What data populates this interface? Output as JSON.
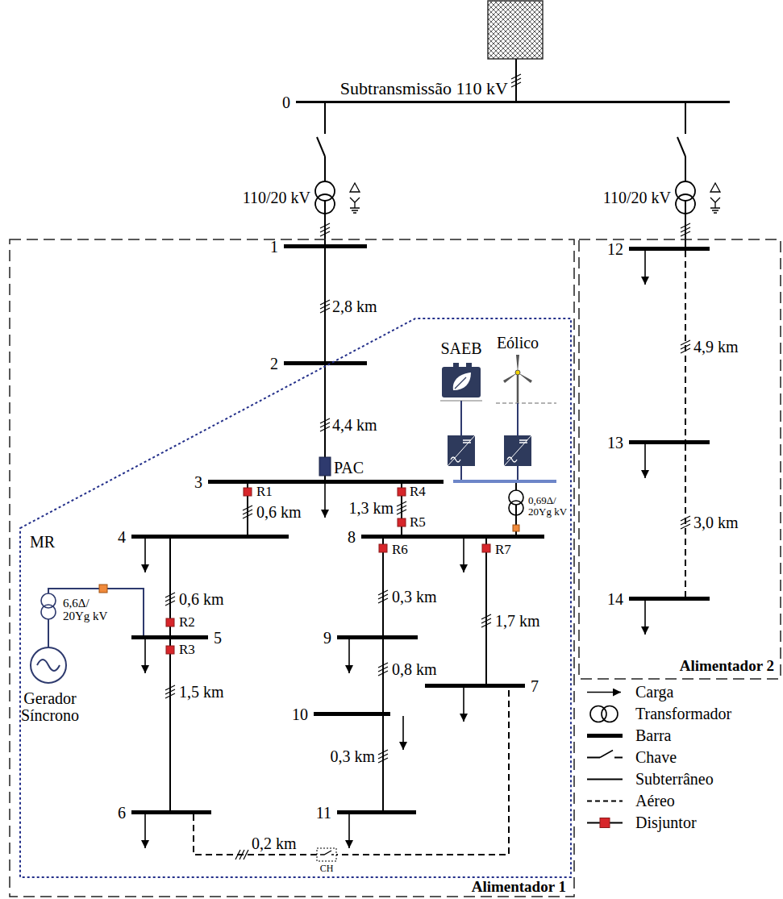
{
  "diagram": {
    "nodes": [
      {
        "text": [
          "0"
        ]
      },
      {
        "text": [
          "Alimentador 1"
        ]
      },
      {
        "text": [
          "1"
        ],
        "in": 1
      },
      {
        "text": [
          "2"
        ],
        "in": 1
      },
      {
        "text": [
          "MR"
        ],
        "in": 1
      },
      {
        "text": [
          "3"
        ],
        "in": 4
      },
      {
        "text": [
          "4"
        ],
        "in": 4
      },
      {
        "text": [
          "5"
        ],
        "in": 4
      },
      {
        "text": [
          "6"
        ],
        "in": 4
      },
      {
        "text": [
          "8"
        ],
        "in": 4
      },
      {
        "text": [
          "9"
        ],
        "in": 4
      },
      {
        "text": [
          "10"
        ],
        "in": 4
      },
      {
        "text": [
          "11"
        ],
        "in": 4
      },
      {
        "text": [
          "7"
        ],
        "in": 4
      },
      {
        "text": [
          "Alimentador 2"
        ]
      },
      {
        "text": [
          "12"
        ],
        "in": 14
      },
      {
        "text": [
          "13"
        ],
        "in": 14
      },
      {
        "text": [
          "14"
        ],
        "in": 14
      }
    ],
    "edges": [
      {
        "from": 0,
        "to": 2,
        "arrow": "none"
      },
      {
        "from": 0,
        "to": 15,
        "arrow": "none"
      },
      {
        "from": 2,
        "to": 3,
        "label": "2,8 km",
        "arrow": "none"
      },
      {
        "from": 3,
        "to": 5,
        "label": "4,4 km",
        "arrow": "none"
      },
      {
        "from": 5,
        "to": 6,
        "label": "0,6 km",
        "arrow": "none"
      },
      {
        "from": 5,
        "to": 9,
        "label": "1,3 km",
        "arrow": "none"
      },
      {
        "from": 6,
        "to": 7,
        "label": "0,6 km",
        "arrow": "none"
      },
      {
        "from": 7,
        "to": 8,
        "label": "1,5 km",
        "arrow": "none"
      },
      {
        "from": 9,
        "to": 10,
        "label": "0,3 km",
        "arrow": "none"
      },
      {
        "from": 10,
        "to": 11,
        "label": "0,8 km",
        "arrow": "none"
      },
      {
        "from": 11,
        "to": 12,
        "label": "0,3 km",
        "arrow": "none"
      },
      {
        "from": 9,
        "to": 13,
        "label": "1,7 km",
        "arrow": "none"
      },
      {
        "from": 8,
        "to": 13,
        "label": "0,2 km",
        "arrow": "none"
      },
      {
        "from": 15,
        "to": 16,
        "label": "4,9 km",
        "arrow": "none"
      },
      {
        "from": 16,
        "to": 17,
        "label": "3,0 km",
        "arrow": "none"
      }
    ],
    "labels": [
      "Subtransmissão 110 kV",
      "110/20 kV",
      "110/20 kV",
      "PAC",
      "R1",
      "R4",
      "R5",
      "R6",
      "R7",
      "R2",
      "R3",
      "SAEB",
      "Eólico",
      "0,69Δ/ 20Yg kV",
      "6,6Δ/ 20Yg kV",
      "Gerador Síncrono",
      "CH"
    ],
    "legend": [
      {
        "text": "Carga"
      },
      {
        "text": "Transformador"
      },
      {
        "text": "Barra"
      },
      {
        "text": "Chave"
      },
      {
        "text": "Subterrâneo"
      },
      {
        "text": "Aéreo"
      },
      {
        "text": "Disjuntor"
      }
    ]
  }
}
